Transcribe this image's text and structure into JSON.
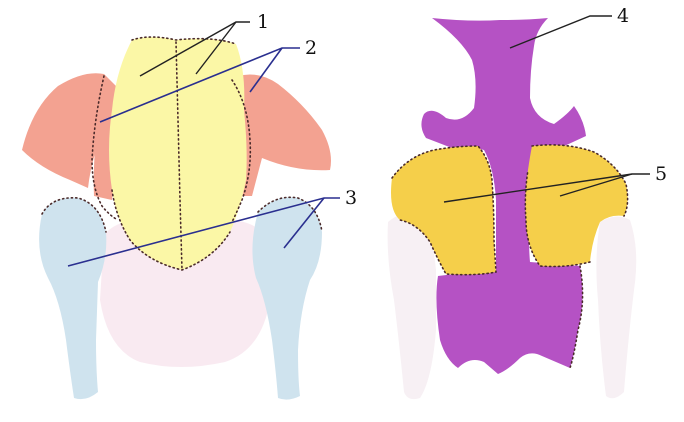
{
  "labels": {
    "l1": "1",
    "l2": "2",
    "l3": "3",
    "l4": "4",
    "l5": "5"
  },
  "colors": {
    "background": "#ffffff",
    "yellow_region": "#fbf7a6",
    "salmon_region": "#f3a291",
    "blue_region": "#cfe3ee",
    "purple_region": "#b552c4",
    "gold_region": "#f5cf4a",
    "faint_pink": "#f8e7ee"
  }
}
